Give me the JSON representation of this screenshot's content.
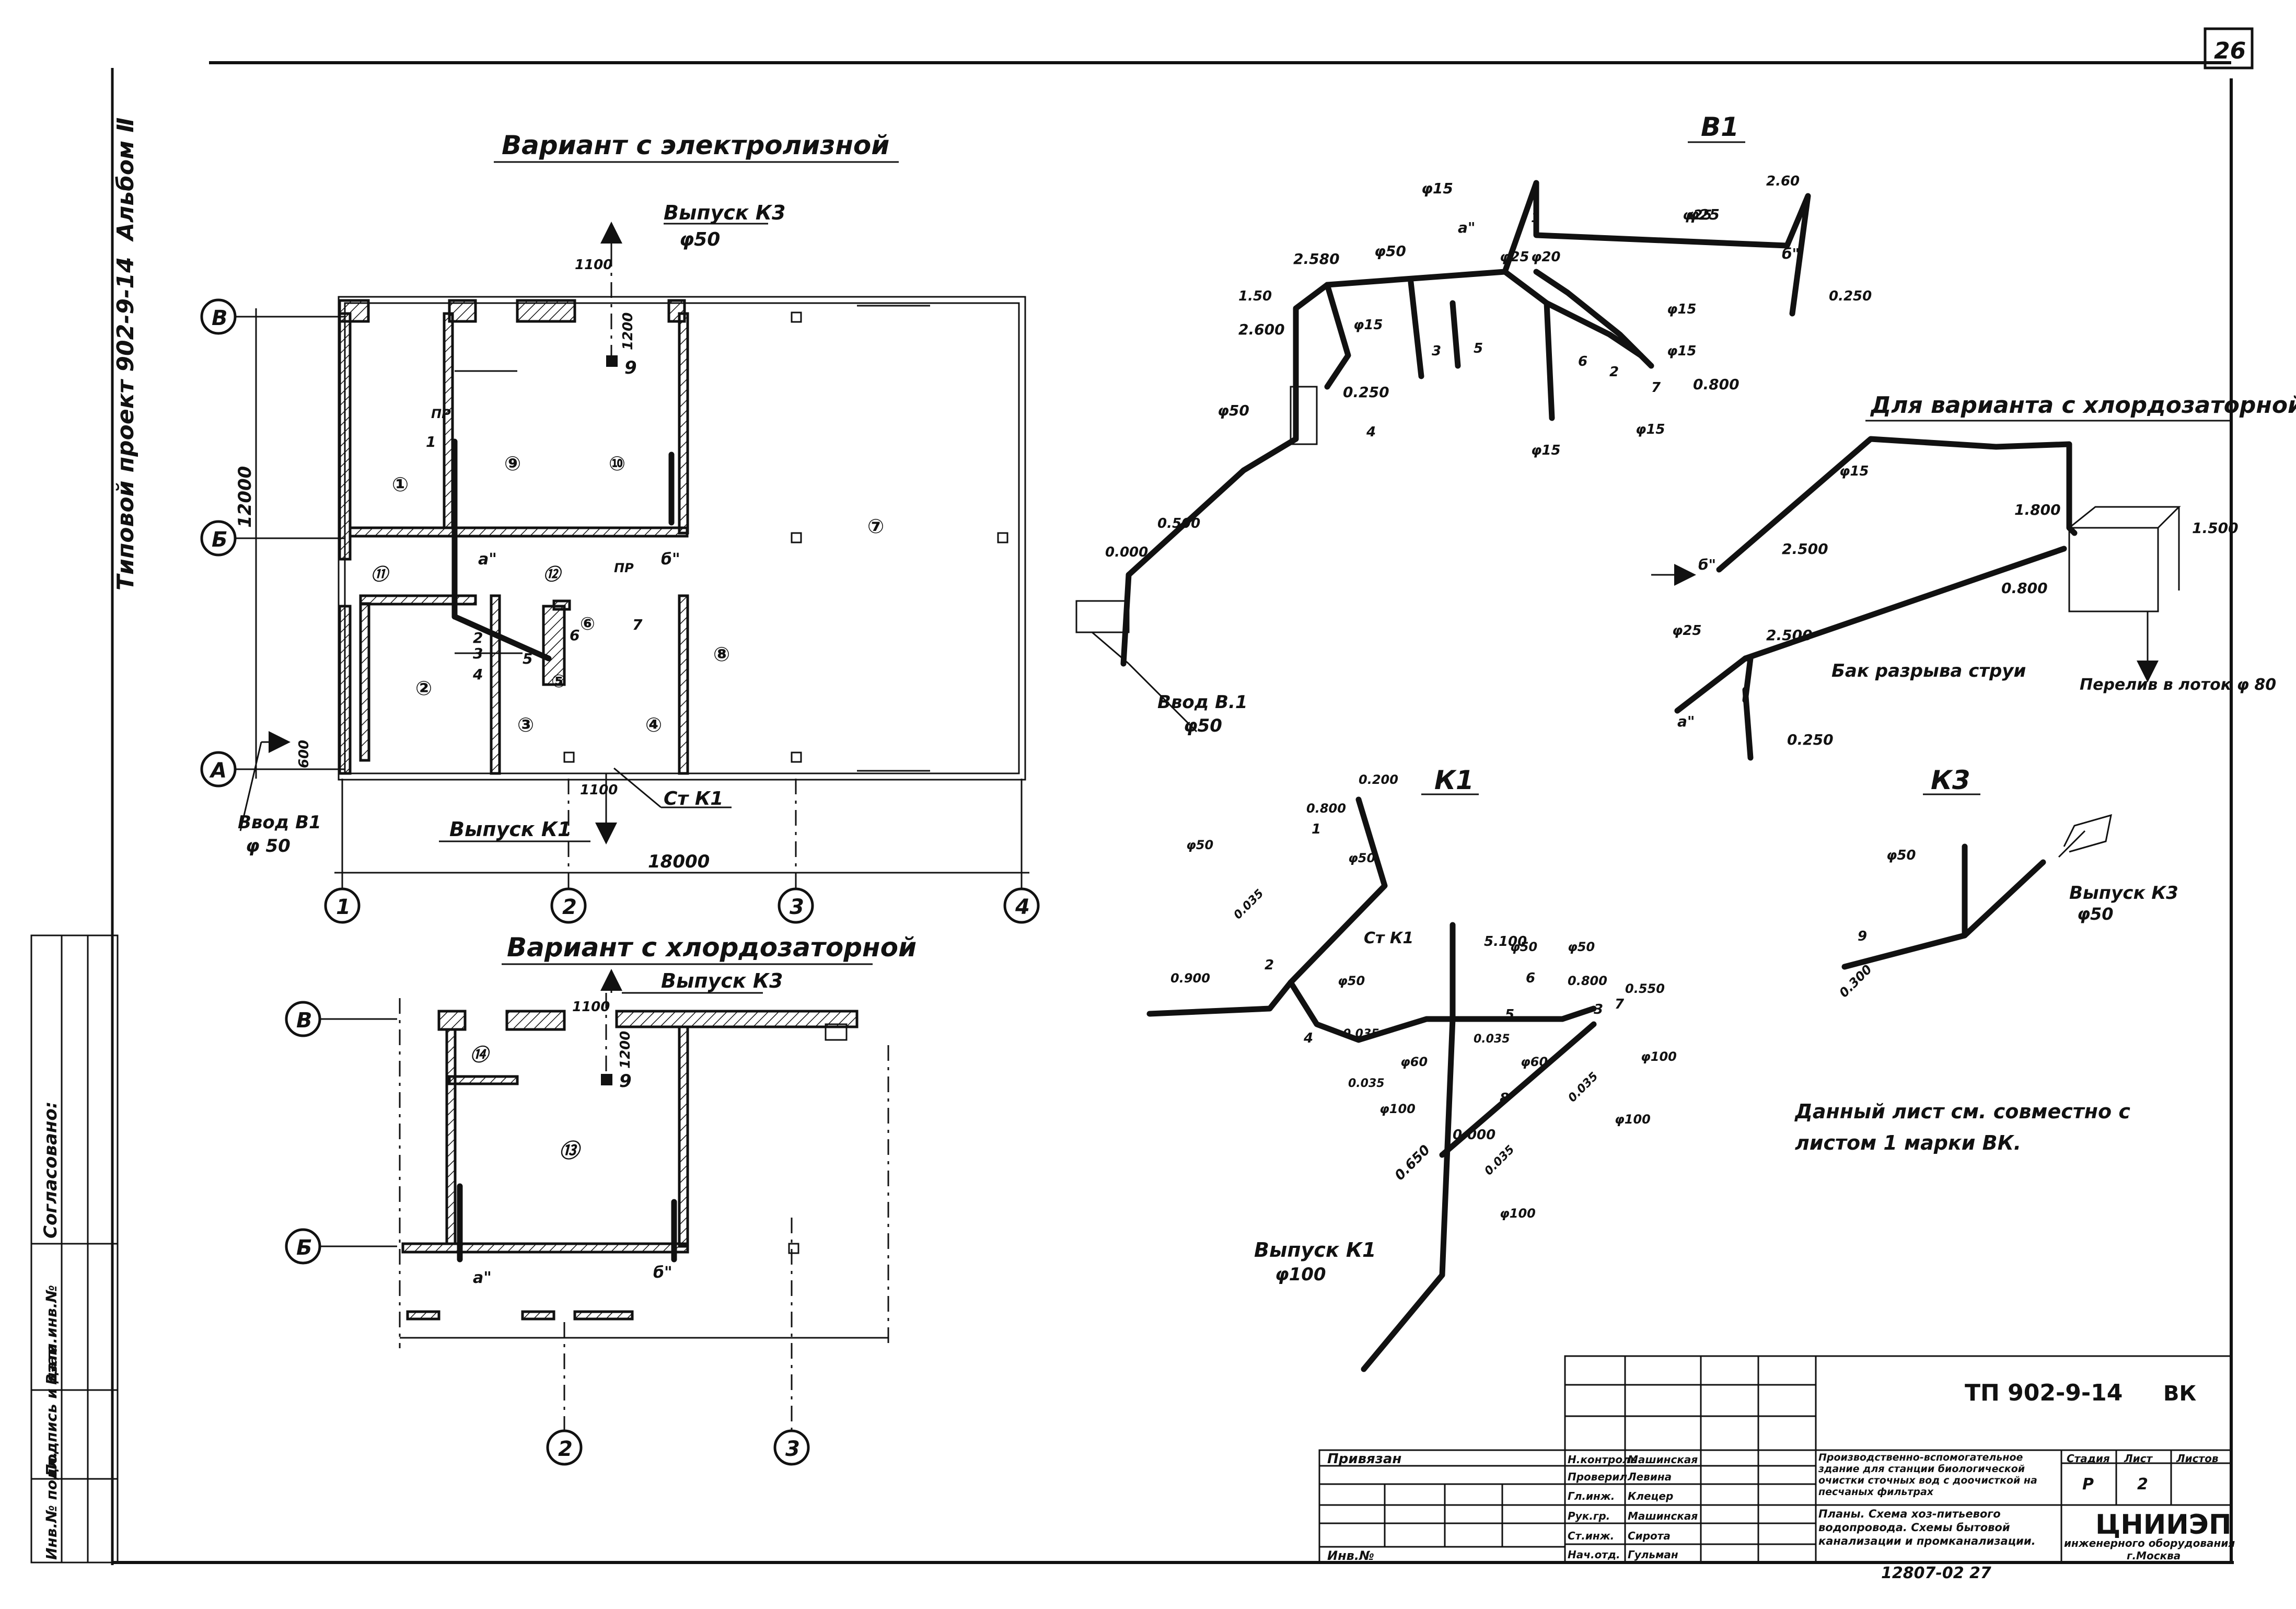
{
  "sheet": {
    "sheet_number": "26",
    "album": "Альбом Ⅱ",
    "project_label": "Типовой проект 902-9-14",
    "agreed_stamp": "Согласовано:"
  },
  "plan_electrolysis": {
    "title": "Вариант с электролизной",
    "outlet_k3": "Выпуск К3",
    "outlet_k3_dia": "φ50",
    "dim_1100": "1100",
    "dim_1200": "1200",
    "dim_12000": "12000",
    "dim_18000": "18000",
    "dim_600": "600",
    "inlet_v1": "Ввод В1",
    "inlet_v1_dia": "φ 50",
    "outlet_k1": "Выпуск К1",
    "dim_1100_bottom": "1100",
    "riser_k1": "Ст К1",
    "axes_rows": [
      "В",
      "Б",
      "А"
    ],
    "axes_cols": [
      "1",
      "2",
      "3",
      "4"
    ],
    "rooms": [
      "①",
      "②",
      "③",
      "④",
      "⑤",
      "⑥",
      "⑦",
      "⑧",
      "⑨",
      "⑩",
      "⑪",
      "⑫"
    ],
    "marks": [
      "а\"",
      "б\"",
      "ПР",
      "ПР",
      "9",
      "1",
      "2",
      "3",
      "4",
      "5",
      "6",
      "7"
    ]
  },
  "plan_chlorination": {
    "title": "Вариант с хлордозаторной",
    "outlet_k3": "Выпуск К3",
    "dim_1100": "1100",
    "dim_1200": "1200",
    "rooms": [
      "⑬",
      "⑭"
    ],
    "axes_rows": [
      "В",
      "Б"
    ],
    "axes_cols": [
      "2",
      "3"
    ],
    "marks": [
      "а\"",
      "б\"",
      "9"
    ]
  },
  "scheme_v1": {
    "title": "В1",
    "inlet": "Ввод В.1",
    "inlet_dia": "φ50",
    "levels": [
      "2.580",
      "2.600",
      "0.250",
      "0.500",
      "0.000",
      "0.800",
      "2.60",
      "0.250",
      "1.50"
    ],
    "pipes": [
      "φ15",
      "φ25",
      "φ50",
      "φ20",
      "φ25",
      "φ15",
      "φ15",
      "φ15",
      "φ15",
      "φ25",
      "φ15",
      "φ50"
    ],
    "marks": [
      "а\"",
      "б\"",
      "1",
      "2",
      "3",
      "4",
      "5",
      "6",
      "7"
    ]
  },
  "scheme_chlor": {
    "title": "Для варианта с хлордозаторной",
    "tank_label": "Бак разрыва струи",
    "overflow_label": "Перелив в лоток φ 80",
    "levels": [
      "1.800",
      "1.500",
      "2.500",
      "0.800",
      "2.500",
      "0.250"
    ],
    "pipes": [
      "φ15",
      "φ25"
    ],
    "marks": [
      "б\"",
      "а\""
    ]
  },
  "scheme_k1": {
    "title": "К1",
    "riser": "Ст К1",
    "outlet": "Выпуск К1",
    "outlet_dia": "φ100",
    "levels": [
      "0.800",
      "0.200",
      "0.900",
      "5.100",
      "0.800",
      "0.550",
      "0.000",
      "0.650"
    ],
    "pipes": [
      "φ50",
      "φ50",
      "φ50",
      "φ50",
      "φ50",
      "φ60",
      "φ60",
      "φ100",
      "φ100",
      "φ100",
      "φ100"
    ],
    "slopes": [
      "0.035",
      "0.035",
      "0.035",
      "0.035",
      "0.035",
      "0.035"
    ],
    "marks": [
      "1",
      "2",
      "3",
      "4",
      "5",
      "6",
      "7",
      "8"
    ]
  },
  "scheme_k3": {
    "title": "К3",
    "outlet": "Выпуск К3",
    "outlet_dia": "φ50",
    "pipe": "φ50",
    "level": "0.300",
    "mark": "9"
  },
  "note": {
    "line1": "Данный лист см. совместно с",
    "line2": "листом 1 марки ВК."
  },
  "title_block": {
    "code": "ТП 902-9-14",
    "mark": "ВК",
    "privyazan": "Привязан",
    "inv_no": "Инв.№",
    "roles": [
      "Н.контроль",
      "Проверил",
      "Гл.инж.",
      "Рук.гр.",
      "Ст.инж.",
      "Нач.отд."
    ],
    "names": [
      "Машинская",
      "Левина",
      "Клецер",
      "Машинская",
      "Сирота",
      "Гульман"
    ],
    "description": "Производственно-вспомогательное здание для станции биологической очистки сточных вод с доочисткой на песчаных фильтрах",
    "sheet_title": "Планы. Схема хоз-питьевого водопровода. Схемы бытовой канализации и промканализации.",
    "col_stage": "Стадия",
    "col_sheet": "Лист",
    "col_sheets": "Листов",
    "stage": "Р",
    "sheet": "2",
    "org": "ЦНИИЭП",
    "org_sub": "инженерного оборудования",
    "city": "г.Москва",
    "archive_no": "12807-02 27"
  },
  "left_stamp": {
    "cells": [
      "Инв.№ подл.",
      "Подпись и дата",
      "Взам.инв.№"
    ]
  }
}
